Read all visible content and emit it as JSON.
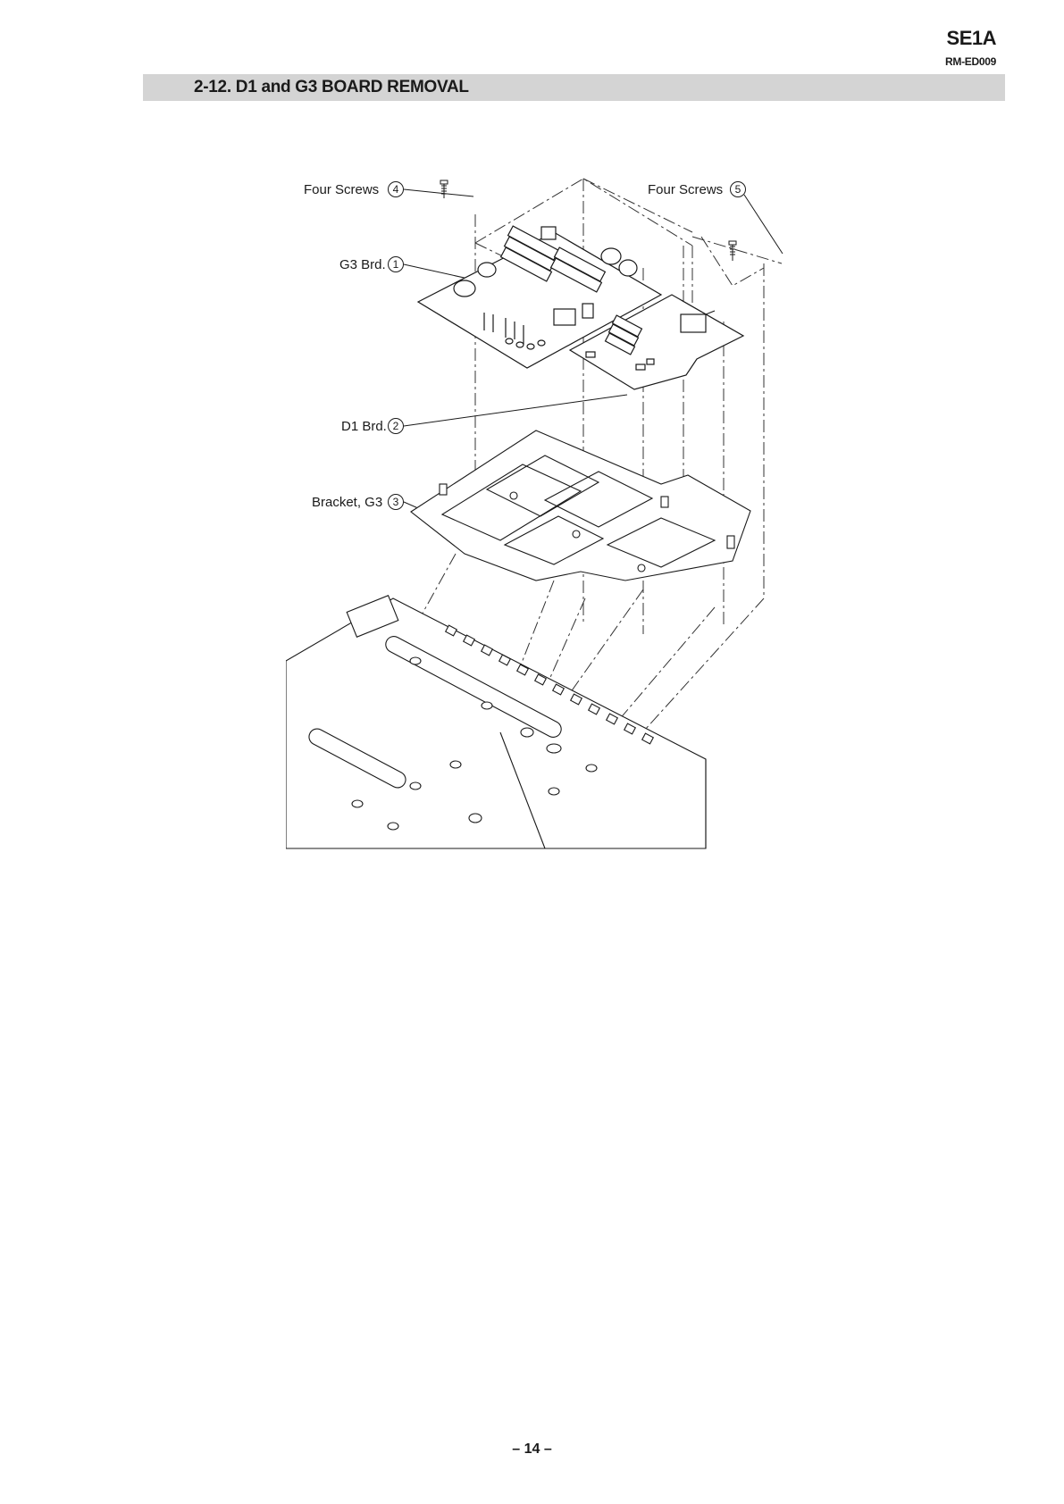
{
  "header": {
    "model": "SE1A",
    "doc_code": "RM-ED009"
  },
  "section": {
    "title": "2-12. D1 and G3 BOARD REMOVAL"
  },
  "diagram": {
    "callouts": [
      {
        "text": "Four Screws",
        "num": "4"
      },
      {
        "text": "Four Screws",
        "num": "5"
      },
      {
        "text": "G3 Brd.",
        "num": "1"
      },
      {
        "text": "D1 Brd.",
        "num": "2"
      },
      {
        "text": "Bracket, G3",
        "num": "3"
      }
    ]
  },
  "footer": {
    "page": "– 14 –"
  }
}
